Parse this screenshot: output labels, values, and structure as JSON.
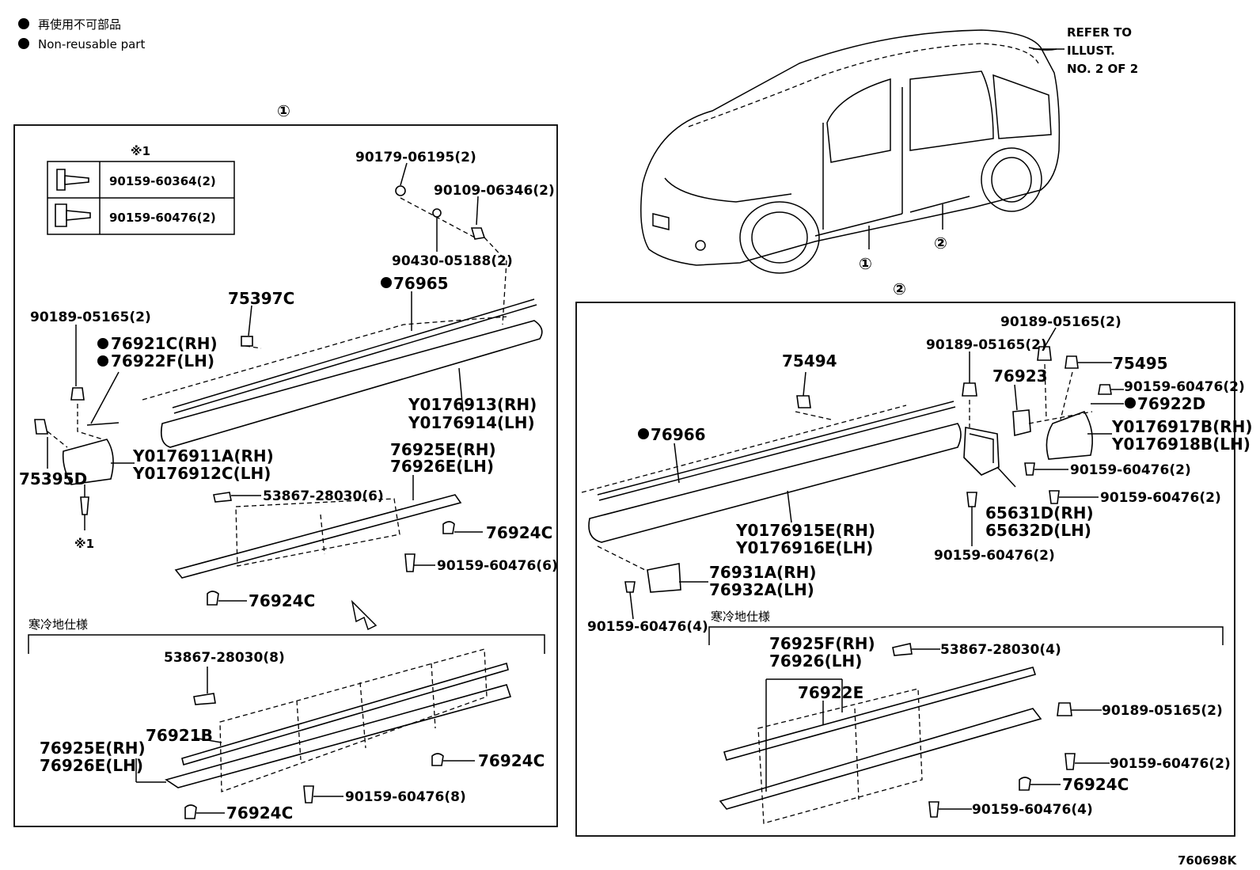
{
  "legend": {
    "jp": "再使用不可部品",
    "en": "Non-reusable part"
  },
  "refer": [
    "REFER TO",
    "ILLUST.",
    "NO. 2 OF 2"
  ],
  "section_markers": {
    "one": "①",
    "two": "②"
  },
  "cold_spec": "寒冷地仕様",
  "footer_code": "760698K",
  "table": {
    "note": "※1",
    "rows": [
      "90159-60364(2)",
      "90159-60476(2)"
    ]
  },
  "panel1": {
    "labels": {
      "p90179": "90179-06195(2)",
      "p90109": "90109-06346(2)",
      "p90430": "90430-05188(2)",
      "p76965": "76965",
      "p75397": "75397C",
      "p90189": "90189-05165(2)",
      "p76921c": "76921C(RH)",
      "p76922f": "76922F(LH)",
      "p76913": "Y0176913(RH)",
      "p76914": "Y0176914(LH)",
      "p76911": "Y0176911A(RH)",
      "p76912": "Y0176912C(LH)",
      "p75395": "75395D",
      "note1": "※1",
      "p76925e": "76925E(RH)",
      "p76926e": "76926E(LH)",
      "p53867": "53867-28030(6)",
      "p76924c_a": "76924C",
      "p90159_6": "90159-60476(6)",
      "p76924c_b": "76924C"
    },
    "cold": {
      "p53867": "53867-28030(8)",
      "p76921b": "76921B",
      "p76925e": "76925E(RH)",
      "p76926e": "76926E(LH)",
      "p76924c_a": "76924C",
      "p90159_8": "90159-60476(8)",
      "p76924c_b": "76924C"
    }
  },
  "panel2": {
    "labels": {
      "p90189_a": "90189-05165(2)",
      "p90189_b": "90189-05165(2)",
      "p75494": "75494",
      "p76923": "76923",
      "p75495": "75495",
      "p90159_a": "90159-60476(2)",
      "p76922d": "76922D",
      "p76917": "Y0176917B(RH)",
      "p76918": "Y0176918B(LH)",
      "p76966": "76966",
      "p90159_b": "90159-60476(2)",
      "p90159_c": "90159-60476(2)",
      "p65631": "65631D(RH)",
      "p65632": "65632D(LH)",
      "p76915": "Y0176915E(RH)",
      "p76916": "Y0176916E(LH)",
      "p90159_d": "90159-60476(2)",
      "p76931": "76931A(RH)",
      "p76932": "76932A(LH)",
      "p90159_4": "90159-60476(4)"
    },
    "cold": {
      "p76925f": "76925F(RH)",
      "p76926": "76926(LH)",
      "p53867": "53867-28030(4)",
      "p76922e": "76922E",
      "p90189": "90189-05165(2)",
      "p90159_2": "90159-60476(2)",
      "p76924c": "76924C",
      "p90159_4": "90159-60476(4)"
    }
  }
}
